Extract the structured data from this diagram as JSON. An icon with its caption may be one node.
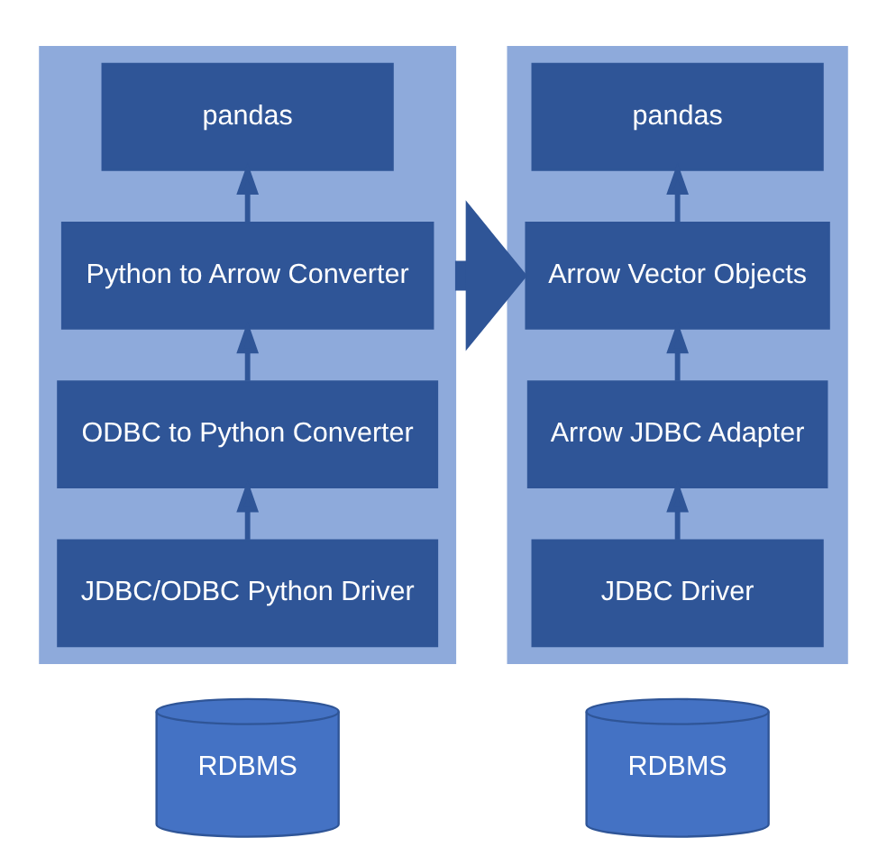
{
  "diagram": {
    "nodes": [
      {
        "text": [],
        "shape": "band"
      },
      {
        "text": [
          "pandas"
        ],
        "in": 0
      },
      {
        "text": [
          "Python to Arrow Converter"
        ],
        "in": 0
      },
      {
        "text": [
          "ODBC to Python Converter"
        ],
        "in": 0
      },
      {
        "text": [
          "JDBC/ODBC Python Driver"
        ],
        "in": 0
      },
      {
        "text": [],
        "shape": "band"
      },
      {
        "text": [
          "pandas"
        ],
        "in": 5
      },
      {
        "text": [
          "Arrow Vector Objects"
        ],
        "in": 5
      },
      {
        "text": [
          "Arrow JDBC Adapter"
        ],
        "in": 5
      },
      {
        "text": [
          "JDBC Driver"
        ],
        "in": 5
      },
      {
        "text": [
          "RDBMS"
        ]
      },
      {
        "text": [
          "RDBMS"
        ]
      }
    ],
    "edges": [
      {
        "from": 4,
        "to": 3,
        "arrow": "to"
      },
      {
        "from": 3,
        "to": 2,
        "arrow": "to"
      },
      {
        "from": 2,
        "to": 1,
        "arrow": "to"
      },
      {
        "from": 9,
        "to": 8,
        "arrow": "to"
      },
      {
        "from": 8,
        "to": 7,
        "arrow": "to"
      },
      {
        "from": 7,
        "to": 6,
        "arrow": "to"
      },
      {
        "from": 0,
        "to": 5,
        "arrow": "to",
        "style": "thick"
      }
    ]
  }
}
